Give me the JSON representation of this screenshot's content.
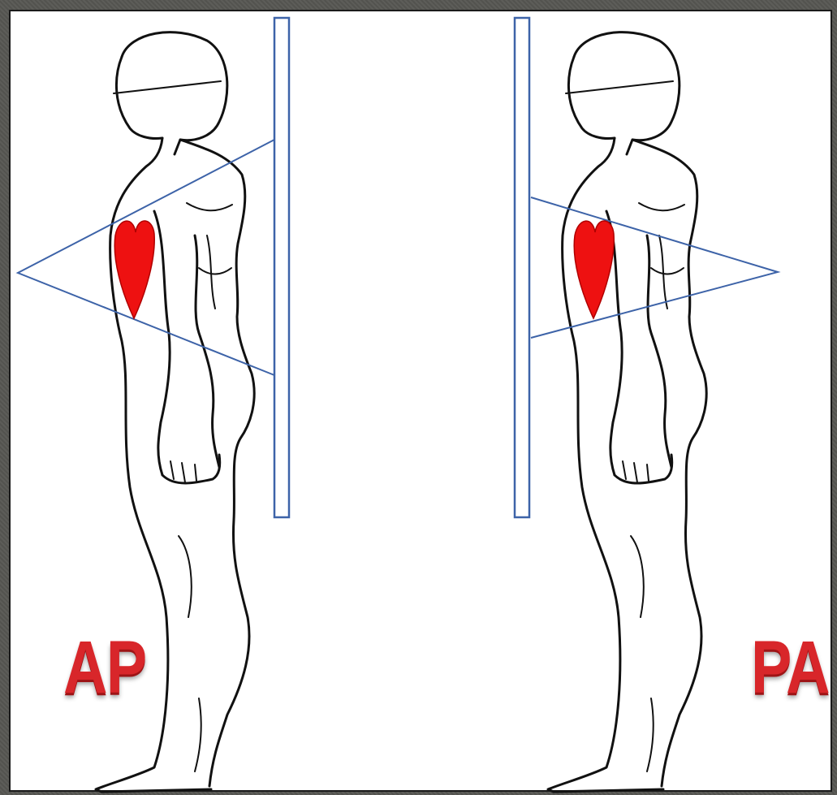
{
  "views": [
    {
      "id": "anteroposterior",
      "label": "AP"
    },
    {
      "id": "posteroanterior",
      "label": "PA"
    }
  ],
  "colors": {
    "heart": "#ee1111",
    "beam": "#3d63a8",
    "detector": "#3d63a8",
    "label": "#d8262a",
    "figure_outline": "#111111"
  }
}
